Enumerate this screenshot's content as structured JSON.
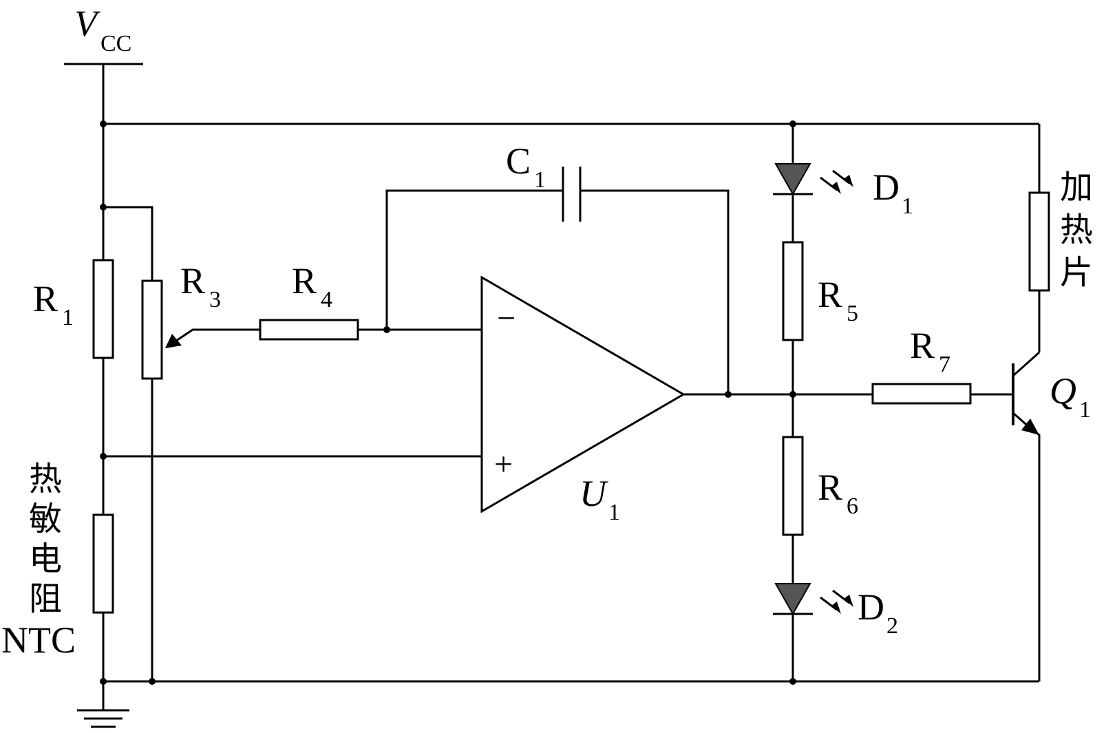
{
  "supply": {
    "symbol": "V",
    "subscript": "CC"
  },
  "labels": {
    "R1": {
      "main": "R",
      "sub": "1"
    },
    "R3": {
      "main": "R",
      "sub": "3"
    },
    "R4": {
      "main": "R",
      "sub": "4"
    },
    "R5": {
      "main": "R",
      "sub": "5"
    },
    "R6": {
      "main": "R",
      "sub": "6"
    },
    "R7": {
      "main": "R",
      "sub": "7"
    },
    "C1": {
      "main": "C",
      "sub": "1"
    },
    "D1": {
      "main": "D",
      "sub": "1"
    },
    "D2": {
      "main": "D",
      "sub": "2"
    },
    "U1": {
      "main": "U",
      "sub": "1"
    },
    "Q1": {
      "main": "Q",
      "sub": "1"
    }
  },
  "opamp": {
    "minus": "−",
    "plus": "+"
  },
  "thermistor": {
    "chars": [
      "热",
      "敏",
      "电",
      "阻"
    ],
    "type": "NTC"
  },
  "heater": {
    "chars": [
      "加",
      "热",
      "片"
    ]
  }
}
